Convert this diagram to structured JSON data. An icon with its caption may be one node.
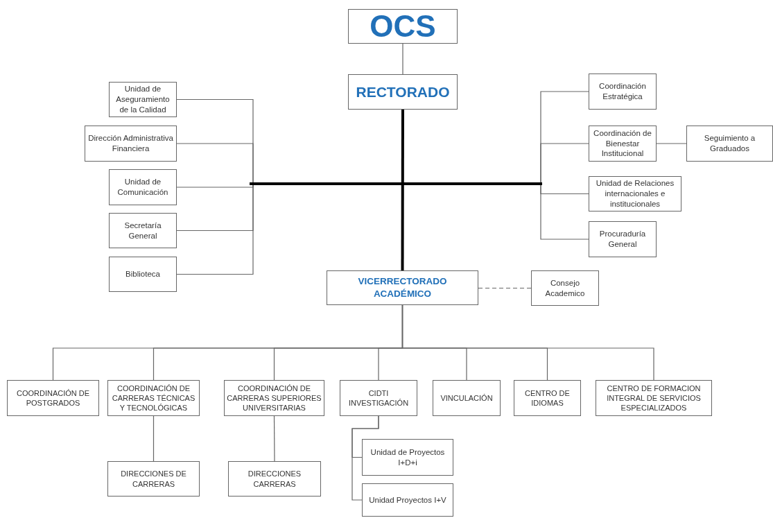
{
  "diagram": {
    "nodes": [
      {
        "text": [
          "OCS"
        ]
      },
      {
        "text": [
          "RECTORADO"
        ]
      },
      {
        "text": [
          "Unidad de Aseguramiento de la Calidad"
        ]
      },
      {
        "text": [
          "Dirección Administrativa Financiera"
        ]
      },
      {
        "text": [
          "Unidad de Comunicación"
        ]
      },
      {
        "text": [
          "Secretaría General"
        ]
      },
      {
        "text": [
          "Biblioteca"
        ]
      },
      {
        "text": [
          "Coordinación Estratégica"
        ]
      },
      {
        "text": [
          "Coordinación de Bienestar Institucional"
        ]
      },
      {
        "text": [
          "Seguimiento a Graduados"
        ]
      },
      {
        "text": [
          "Unidad de Relaciones internacionales e institucionales"
        ]
      },
      {
        "text": [
          "Procuraduría General"
        ]
      },
      {
        "text": [
          "VICERRECTORADO ACADÉMICO"
        ]
      },
      {
        "text": [
          "Consejo Academico"
        ]
      },
      {
        "text": [
          "COORDINACIÓN DE POSTGRADOS"
        ]
      },
      {
        "text": [
          "COORDINACIÓN DE CARRERAS TÉCNICAS Y TECNOLÓGICAS"
        ]
      },
      {
        "text": [
          "COORDINACIÓN DE CARRERAS SUPERIORES UNIVERSITARIAS"
        ]
      },
      {
        "text": [
          "CIDTI INVESTIGACIÓN"
        ]
      },
      {
        "text": [
          "VINCULACIÓN"
        ]
      },
      {
        "text": [
          "CENTRO DE IDIOMAS"
        ]
      },
      {
        "text": [
          "CENTRO DE FORMACION INTEGRAL DE SERVICIOS ESPECIALIZADOS"
        ]
      },
      {
        "text": [
          "DIRECCIONES DE CARRERAS"
        ]
      },
      {
        "text": [
          "DIRECCIONES CARRERAS"
        ]
      },
      {
        "text": [
          "Unidad de Proyectos I+D+i"
        ]
      },
      {
        "text": [
          "Unidad Proyectos I+V"
        ]
      },
      {
        "text": [],
        "shape": "bar"
      }
    ],
    "edges": [
      {
        "from": 0,
        "to": 1,
        "arrow": "none"
      },
      {
        "from": 1,
        "to": 12,
        "arrow": "none",
        "style": "thick",
        "color": "#000000"
      },
      {
        "from": 25,
        "to": 2,
        "arrow": "none"
      },
      {
        "from": 25,
        "to": 3,
        "arrow": "none"
      },
      {
        "from": 25,
        "to": 4,
        "arrow": "none"
      },
      {
        "from": 25,
        "to": 5,
        "arrow": "none"
      },
      {
        "from": 25,
        "to": 6,
        "arrow": "none"
      },
      {
        "from": 25,
        "to": 7,
        "arrow": "none"
      },
      {
        "from": 25,
        "to": 8,
        "arrow": "none"
      },
      {
        "from": 25,
        "to": 10,
        "arrow": "none"
      },
      {
        "from": 25,
        "to": 11,
        "arrow": "none"
      },
      {
        "from": 8,
        "to": 9,
        "arrow": "none"
      },
      {
        "from": 12,
        "to": 13,
        "arrow": "none",
        "style": "dashed"
      },
      {
        "from": 12,
        "to": 14,
        "arrow": "none"
      },
      {
        "from": 12,
        "to": 15,
        "arrow": "none"
      },
      {
        "from": 12,
        "to": 16,
        "arrow": "none"
      },
      {
        "from": 12,
        "to": 17,
        "arrow": "none"
      },
      {
        "from": 12,
        "to": 18,
        "arrow": "none"
      },
      {
        "from": 12,
        "to": 19,
        "arrow": "none"
      },
      {
        "from": 12,
        "to": 20,
        "arrow": "none"
      },
      {
        "from": 15,
        "to": 21,
        "arrow": "none"
      },
      {
        "from": 16,
        "to": 22,
        "arrow": "none"
      },
      {
        "from": 17,
        "to": 23,
        "arrow": "none"
      },
      {
        "from": 17,
        "to": 24,
        "arrow": "none"
      }
    ]
  }
}
